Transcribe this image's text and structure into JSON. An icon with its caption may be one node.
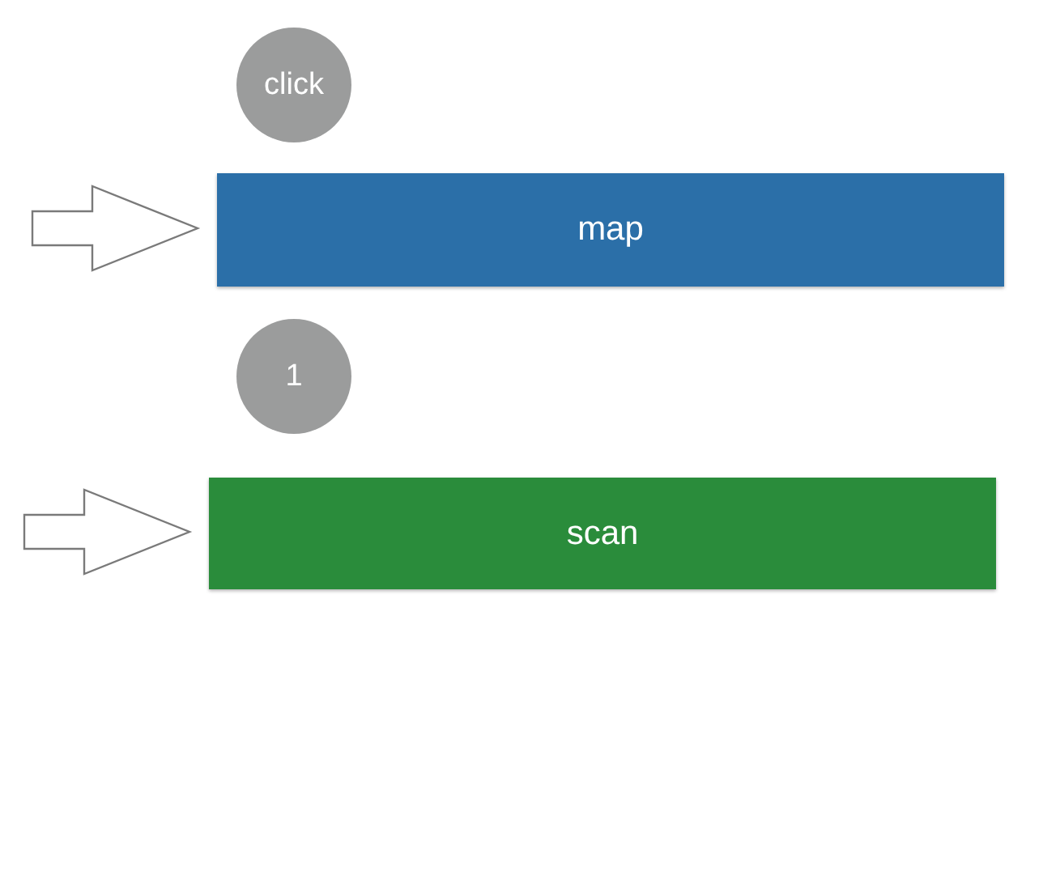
{
  "diagram": {
    "nodes": [
      {
        "text": [
          "click"
        ]
      },
      {
        "text": [
          "map"
        ]
      },
      {
        "text": [
          "1"
        ]
      },
      {
        "text": [
          "scan"
        ]
      }
    ],
    "edges": [
      {
        "from": null,
        "to": 1,
        "arrow": "to"
      },
      {
        "from": null,
        "to": 3,
        "arrow": "to"
      }
    ]
  }
}
